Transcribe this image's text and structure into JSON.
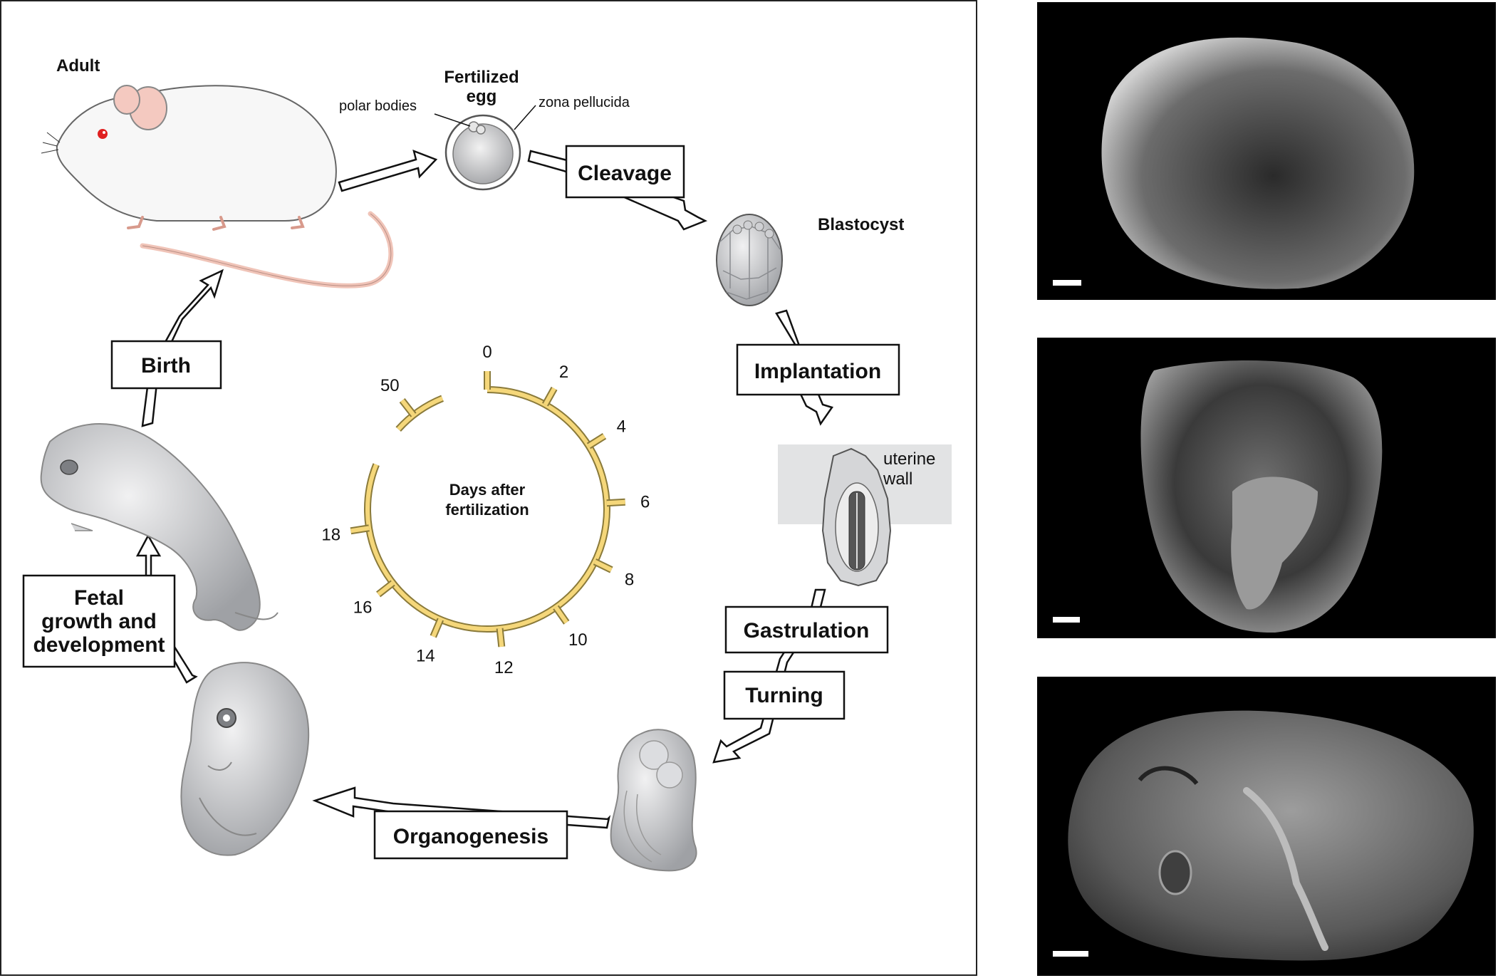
{
  "labels": {
    "adult": "Adult",
    "fertilized_egg_line1": "Fertilized",
    "fertilized_egg_line2": "egg",
    "polar_bodies": "polar bodies",
    "zona_pellucida": "zona pellucida",
    "blastocyst": "Blastocyst",
    "uterine_line1": "uterine",
    "uterine_line2": "wall",
    "center_line1": "Days after",
    "center_line2": "fertilization"
  },
  "stages": {
    "cleavage": "Cleavage",
    "implantation": "Implantation",
    "gastrulation": "Gastrulation",
    "turning": "Turning",
    "organogenesis": "Organogenesis",
    "fetal_line1": "Fetal",
    "fetal_line2": "growth and",
    "fetal_line3": "development",
    "birth": "Birth"
  },
  "day_ticks": [
    "0",
    "2",
    "4",
    "6",
    "8",
    "10",
    "12",
    "14",
    "16",
    "18",
    "50"
  ],
  "colors": {
    "day_ring": "#f5d77a",
    "day_ring_stroke": "#8a7a3a",
    "embryo_fill": "#d5d6d8",
    "uterine_bg": "#e2e3e4",
    "mouse_ear": "#f4c9c0",
    "mouse_eye": "#e02020",
    "photo_bg": "#000000"
  },
  "icons": [
    "adult-mouse-icon",
    "fertilized-egg-icon",
    "blastocyst-icon",
    "implanted-embryo-icon",
    "turning-embryo-icon",
    "organogenesis-embryo-icon",
    "fetus-icon"
  ]
}
